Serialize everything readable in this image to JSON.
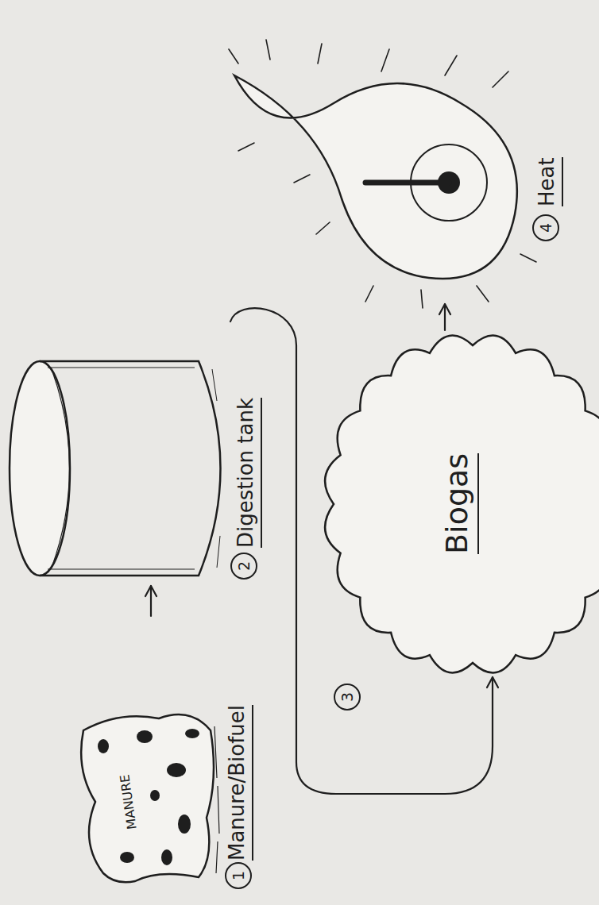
{
  "diagram": {
    "nodes": [
      {
        "text": [
          "MANURE",
          "Manure/Biofuel"
        ]
      },
      {
        "text": [
          "Digestion tank"
        ]
      },
      {
        "text": [
          "Biogas"
        ]
      },
      {
        "text": [
          "Heat"
        ]
      }
    ],
    "edges": [
      {
        "from": 0,
        "to": 1,
        "arrow": "to"
      },
      {
        "from": 1,
        "to": 2,
        "arrow": "to"
      },
      {
        "from": 2,
        "to": 3,
        "arrow": "to"
      }
    ],
    "labels": [
      "1",
      "2",
      "3",
      "4"
    ]
  }
}
